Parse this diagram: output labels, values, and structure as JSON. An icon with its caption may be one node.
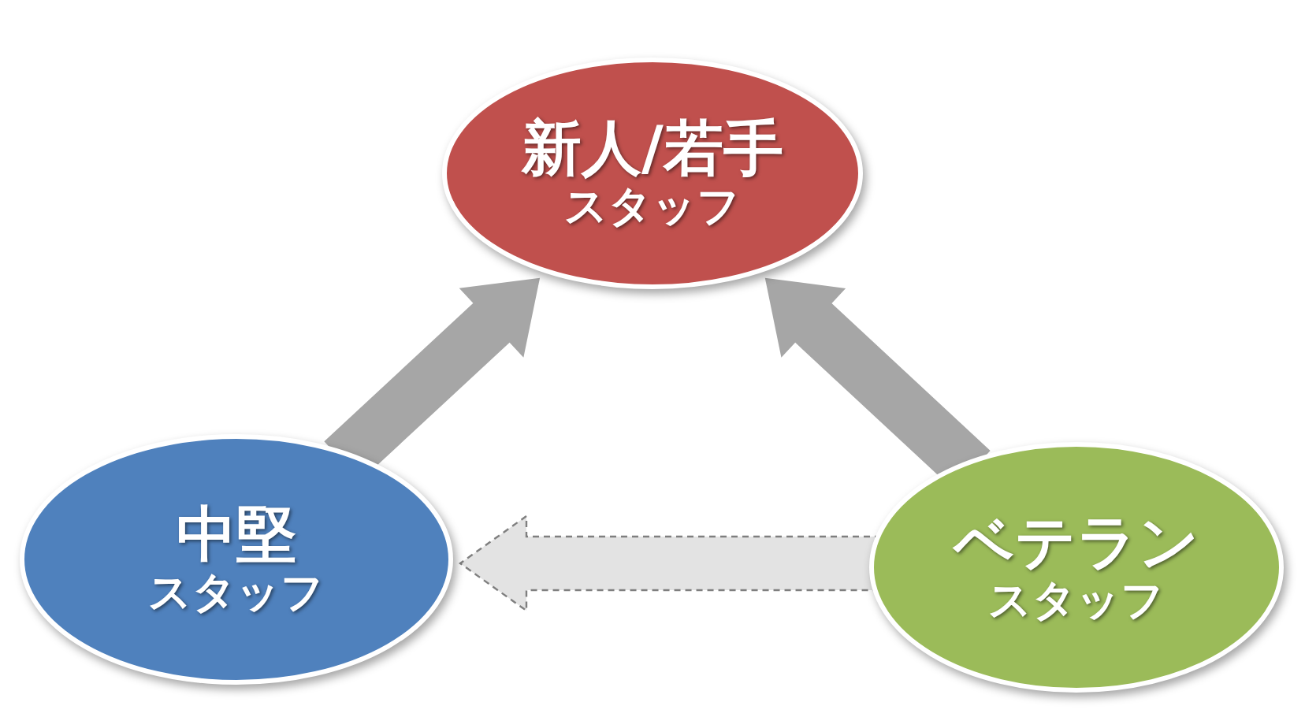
{
  "diagram": {
    "nodes": [
      {
        "text": [
          "新人/若手",
          "スタッフ"
        ]
      },
      {
        "text": [
          "中堅",
          "スタッフ"
        ]
      },
      {
        "text": [
          "ベテラン",
          "スタッフ"
        ]
      }
    ],
    "edges": [
      {
        "from": 1,
        "to": 0,
        "arrow": "to"
      },
      {
        "from": 2,
        "to": 0,
        "arrow": "to"
      },
      {
        "from": 2,
        "to": 1,
        "arrow": "to",
        "style": "dashed"
      }
    ]
  }
}
